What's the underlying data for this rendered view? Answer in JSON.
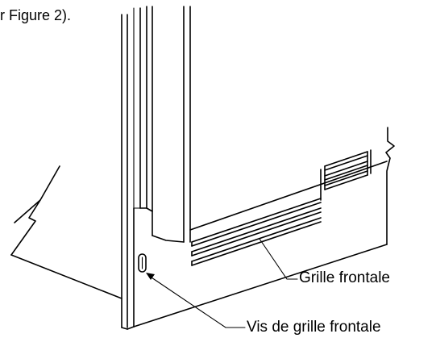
{
  "caption_fragment": "r Figure 2).",
  "labels": {
    "front_grille": "Grille frontale",
    "front_grille_screw": "Vis de grille frontale"
  },
  "colors": {
    "line": "#000000",
    "background": "#ffffff"
  }
}
